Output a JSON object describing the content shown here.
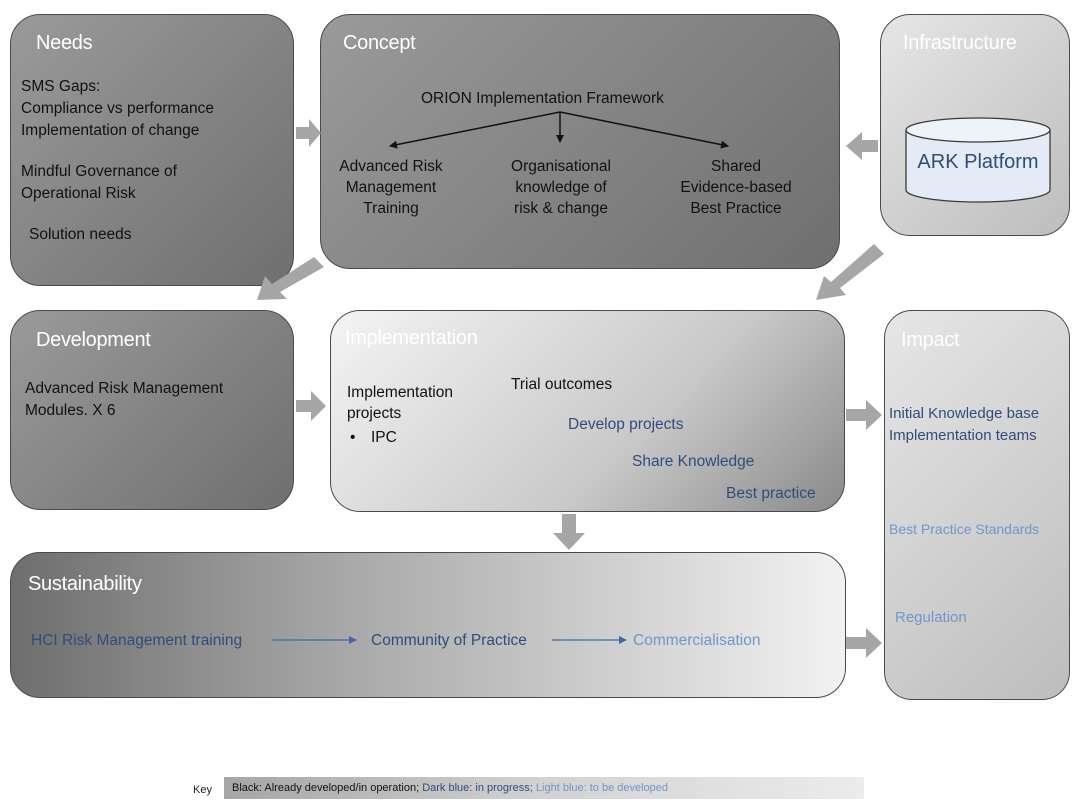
{
  "needs": {
    "title": "Needs",
    "line1": "SMS Gaps:",
    "line2": "Compliance vs performance",
    "line3": "Implementation of change",
    "line4": "Mindful Governance of",
    "line5": "Operational Risk",
    "line6": "Solution needs"
  },
  "concept": {
    "title": "Concept",
    "framework": "ORION Implementation Framework",
    "col1": [
      "Advanced Risk",
      "Management",
      "Training"
    ],
    "col2": [
      "Organisational",
      "knowledge of",
      "risk & change"
    ],
    "col3": [
      "Shared",
      "Evidence-based",
      "Best Practice"
    ]
  },
  "infrastructure": {
    "title": "Infrastructure",
    "platform": "ARK Platform"
  },
  "development": {
    "title": "Development",
    "line1": "Advanced Risk Management",
    "line2": "Modules. X 6"
  },
  "implementation": {
    "title": "Implementation",
    "projects1": "Implementation",
    "projects2": "projects",
    "bullet": "•",
    "ipc": "IPC",
    "trial": "Trial outcomes",
    "develop": "Develop projects",
    "share": "Share Knowledge",
    "best": "Best practice"
  },
  "impact": {
    "title": "Impact",
    "line1": "Initial Knowledge base",
    "line2": "Implementation teams",
    "standards": "Best Practice Standards",
    "regulation": "Regulation"
  },
  "sustainability": {
    "title": "Sustainability",
    "step1": "HCI Risk Management training",
    "step2": "Community of Practice",
    "step3": "Commercialisation"
  },
  "key": {
    "label": "Key",
    "black": "Black: Already developed/in operation;",
    "dark": "Dark blue: in progress;",
    "light": "Light blue: to be developed"
  },
  "colors": {
    "dark_blue": "#2f4d7a",
    "light_blue": "#6f97c9",
    "arrow_grey": "#a6a6a6"
  }
}
